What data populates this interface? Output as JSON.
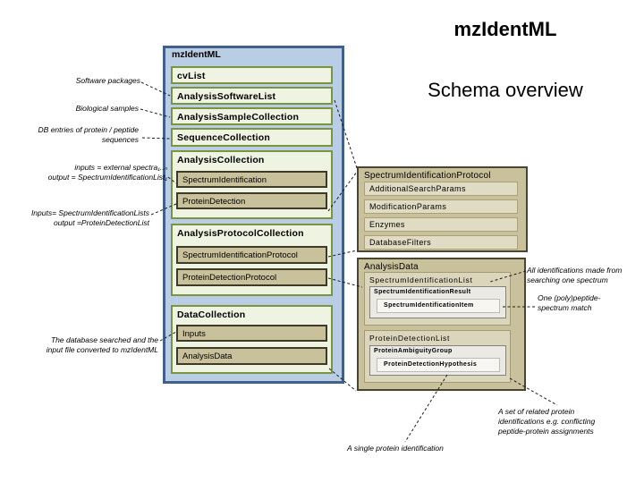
{
  "slide": {
    "title": "mzIdentML",
    "subtitle": "Schema overview"
  },
  "container": {
    "label": "mzIdentML",
    "cv_list": "cvList",
    "analysis_software_list": "AnalysisSoftwareList",
    "analysis_sample_collection": "AnalysisSampleCollection",
    "sequence_collection": "SequenceCollection",
    "analysis_collection": {
      "label": "AnalysisCollection",
      "spectrum_identification": "SpectrumIdentification",
      "protein_detection": "ProteinDetection"
    },
    "analysis_protocol_collection": {
      "label": "AnalysisProtocolCollection",
      "spectrum_identification_protocol": "SpectrumIdentificationProtocol",
      "protein_detection_protocol": "ProteinDetectionProtocol"
    },
    "data_collection": {
      "label": "DataCollection",
      "inputs": "Inputs",
      "analysis_data": "AnalysisData"
    }
  },
  "protocol_panel": {
    "label": "SpectrumIdentificationProtocol",
    "additional_search_params": "AdditionalSearchParams",
    "modification_params": "ModificationParams",
    "enzymes": "Enzymes",
    "database_filters": "DatabaseFilters"
  },
  "analysis_data_panel": {
    "label": "AnalysisData",
    "spectrum_identification_list": "SpectrumIdentificationList",
    "spectrum_identification_result": "SpectrumIdentificationResult",
    "spectrum_identification_item": "SpectrumIdentificationItem",
    "protein_detection_list": "ProteinDetectionList",
    "protein_ambiguity_group": "ProteinAmbiguityGroup",
    "protein_detection_hypothesis": "ProteinDetectionHypothesis"
  },
  "left_labels": {
    "software_packages": "Software packages",
    "biological_samples": "Biological samples",
    "db_entries": "DB entries of protein / peptide\nsequences",
    "spectrum_identification_io": "inputs = external spectra₁..ₙ\noutput = SpectrumIdentificationList₁",
    "protein_detection_io": "Inputs= SpectrumIdentificationLists\noutput =ProteinDetectionList",
    "data_collection_note": "The database searched and the\ninput file converted to mzIdentML"
  },
  "right_labels": {
    "all_identifications": "All identifications made from\nsearching one spectrum",
    "psm_match": "One (poly)peptide-\nspectrum match",
    "protein_set": "A set of related protein\nidentifications e.g. conflicting\npeptide-protein assignments",
    "single_protein": "A single protein identification"
  },
  "colors": {
    "container_fill": "#b9cde5",
    "container_border": "#41608c",
    "green_fill": "#eff3e1",
    "green_border": "#7a943f",
    "tan_fill": "#c9c19c",
    "tan_border": "#3e3a26",
    "panel_fill": "#c9c19c",
    "panel_border": "#49452f",
    "panel_item_fill": "#e0dbc3",
    "panel_item_border": "#aaa179",
    "list_fill": "#dbd6bb",
    "gray_fill": "#eae9e4",
    "white_fill": "#f7f6f2",
    "text_color": "#000000"
  }
}
